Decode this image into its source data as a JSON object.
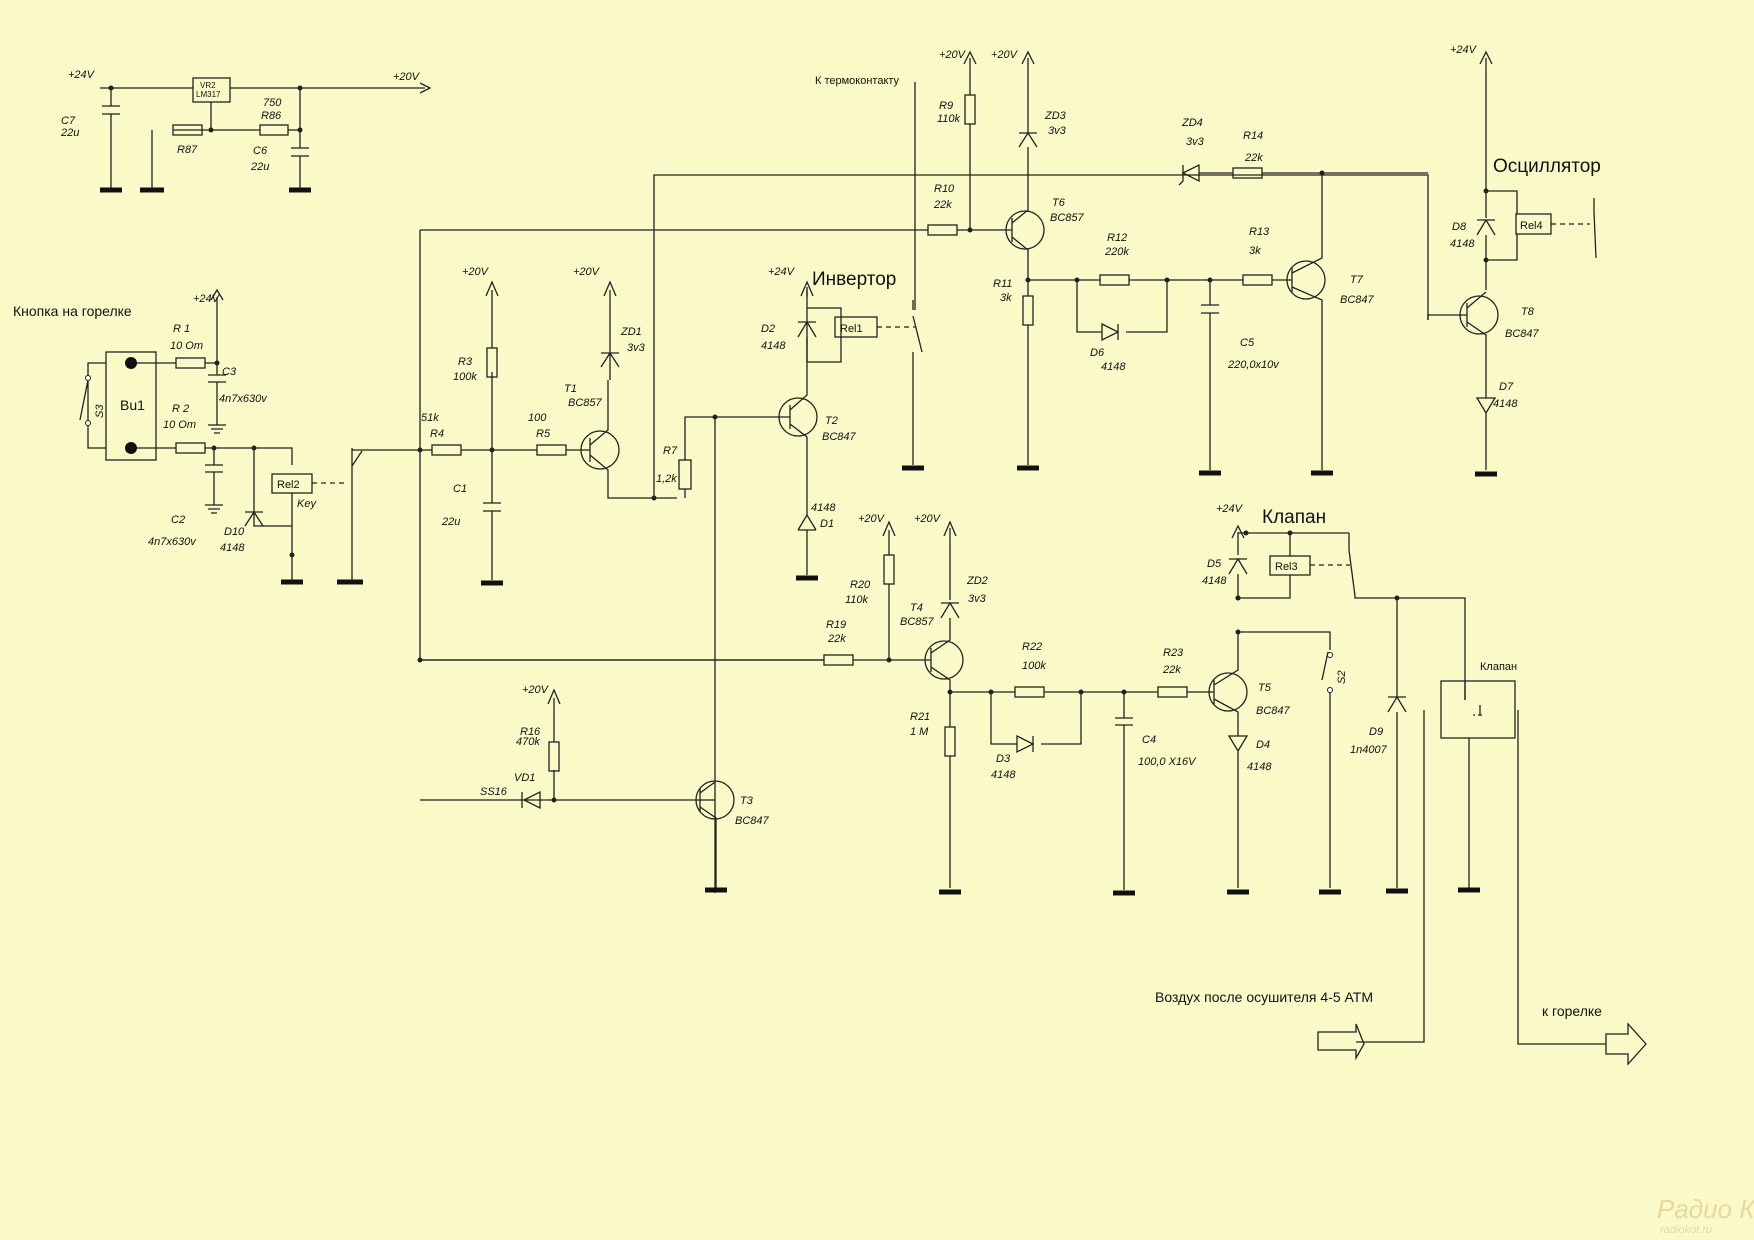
{
  "colors": {
    "background": "#fafac8",
    "wire": "#222222",
    "watermark": "#e8d8a0"
  },
  "titles": {
    "inverter": "Инвертор",
    "oscillator": "Осциллятор",
    "valve": "Клапан",
    "burner_button": "Кнопка на горелке",
    "thermocontact": "К термоконтакту",
    "air_in": "Воздух после осушителя 4-5 АТМ",
    "to_burner": "к горелке",
    "valve_block": "Клапан"
  },
  "rails": {
    "v24": "+24V",
    "v20": "+20V"
  },
  "parts": {
    "vr2": "VR2",
    "lm317": "LM317",
    "r1": "R 1",
    "r1v": "10 Om",
    "r2": "R 2",
    "r2v": "10 Om",
    "r3": "R3",
    "r3v": "100k",
    "r4": "R4",
    "r4v": "51k",
    "r5": "R5",
    "r5v": "100",
    "r7": "R7",
    "r7v": "1,2k",
    "r9": "R9",
    "r9v": "110k",
    "r10": "R10",
    "r10v": "22k",
    "r11": "R11",
    "r11v": "3k",
    "r12": "R12",
    "r12v": "220k",
    "r13": "R13",
    "r13v": "3k",
    "r14": "R14",
    "r14v": "22k",
    "r16": "R16",
    "r16v": "470k",
    "r19": "R19",
    "r19v": "22k",
    "r20": "R20",
    "r20v": "110k",
    "r21": "R21",
    "r21v": "1 M",
    "r22": "R22",
    "r22v": "100k",
    "r23": "R23",
    "r23v": "22k",
    "r86": "R86",
    "r86v": "750",
    "r87": "R87",
    "c1": "C1",
    "c1v": "22u",
    "c2": "C2",
    "c2v": "4n7x630v",
    "c3": "C3",
    "c3v": "4n7x630v",
    "c4": "C4",
    "c4v": "100,0 X16V",
    "c5": "C5",
    "c5v": "220,0x10v",
    "c6": "C6",
    "c6v": "22u",
    "c7": "C7",
    "c7v": "22u",
    "d1": "D1",
    "d2": "D2",
    "d3": "D3",
    "d4": "D4",
    "d5": "D5",
    "d6": "D6",
    "d7": "D7",
    "d8": "D8",
    "d9": "D9",
    "d9v": "1n4007",
    "d10": "D10",
    "d4148": "4148",
    "zd1": "ZD1",
    "zd2": "ZD2",
    "zd3": "ZD3",
    "zd4": "ZD4",
    "zv": "3v3",
    "vd1": "VD1",
    "ss16": "SS16",
    "t1": "T1",
    "t2": "T2",
    "t3": "T3",
    "t4": "T4",
    "t5": "T5",
    "t6": "T6",
    "t7": "T7",
    "t8": "T8",
    "bc857": "BC857",
    "bc847": "BC847",
    "rel1": "Rel1",
    "rel2": "Rel2",
    "rel3": "Rel3",
    "rel4": "Rel4",
    "key": "Key",
    "bu1": "Bu1",
    "s2": "S2",
    "s3": "S3"
  },
  "watermark": {
    "line1": "Радио КОТ",
    "line2": "radiokot.ru"
  }
}
